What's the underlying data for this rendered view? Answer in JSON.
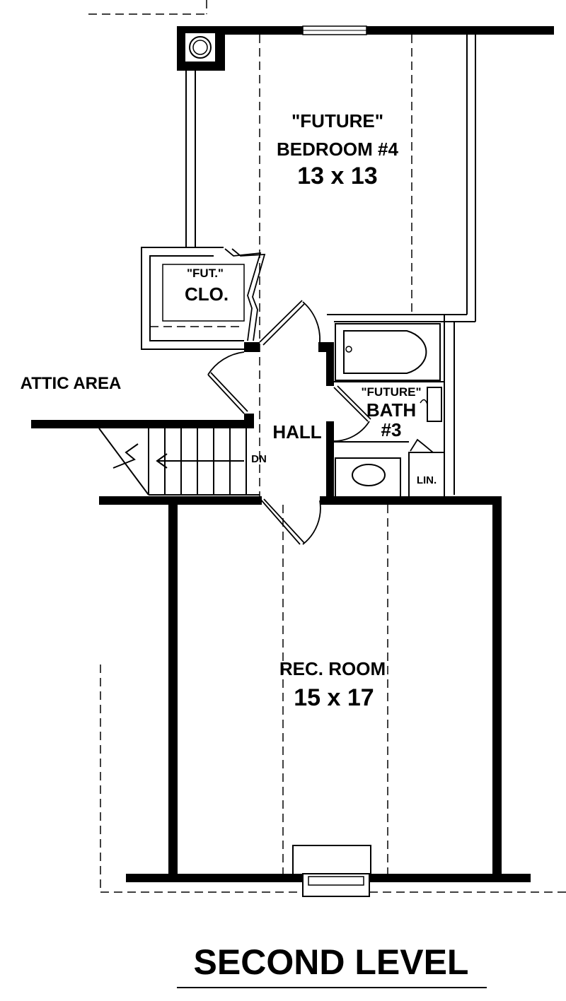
{
  "plan": {
    "title": "SECOND LEVEL",
    "rooms": {
      "bedroom4": {
        "line1": "\"FUTURE\"",
        "line2": "BEDROOM #4",
        "size": "13 x 13"
      },
      "closet": {
        "line1": "\"FUT.\"",
        "line2": "CLO."
      },
      "bath3": {
        "line1": "\"FUTURE\"",
        "line2": "BATH",
        "line3": "#3"
      },
      "hall": {
        "name": "HALL"
      },
      "linen": {
        "name": "LIN."
      },
      "stair": {
        "label": "DN"
      },
      "attic": {
        "name": "ATTIC AREA"
      },
      "rec_room": {
        "name": "REC. ROOM",
        "size": "15 x 17"
      }
    }
  }
}
